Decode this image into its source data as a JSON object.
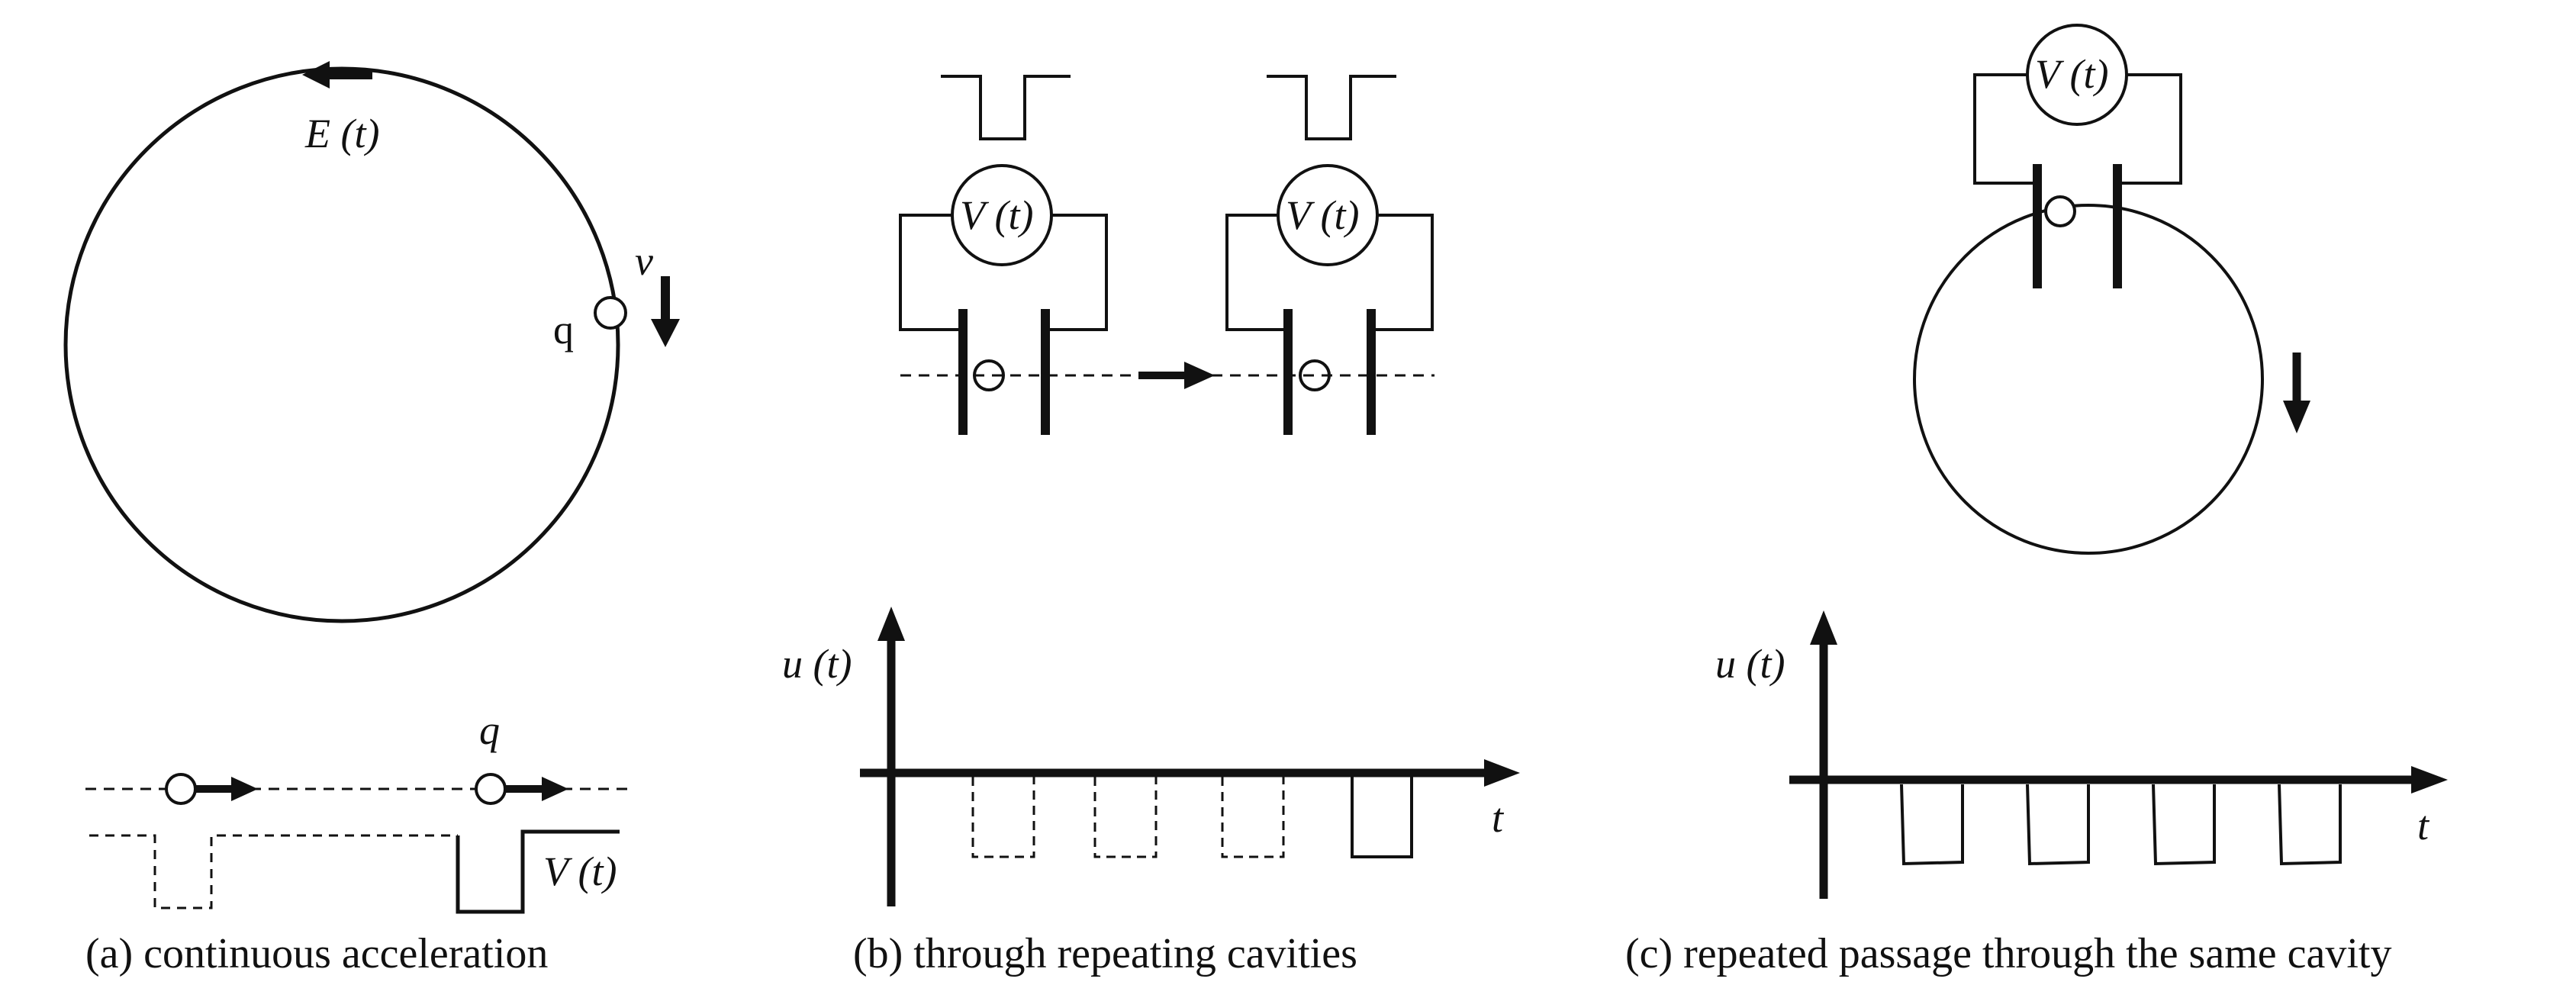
{
  "panel_a": {
    "caption": "(a) continuous acceleration",
    "field_label": "E (t)",
    "velocity_label": "v",
    "charge_label_ring": "q",
    "charge_label_line": "q",
    "voltage_label": "V (t)"
  },
  "panel_b": {
    "caption": "(b) through repeating cavities",
    "cavity_label_1": "V (t)",
    "cavity_label_2": "V (t)",
    "y_axis_label": "u (t)",
    "x_axis_label": "t"
  },
  "panel_c": {
    "caption": "(c) repeated passage through the same cavity",
    "cavity_label": "V (t)",
    "y_axis_label": "u (t)",
    "x_axis_label": "t"
  }
}
